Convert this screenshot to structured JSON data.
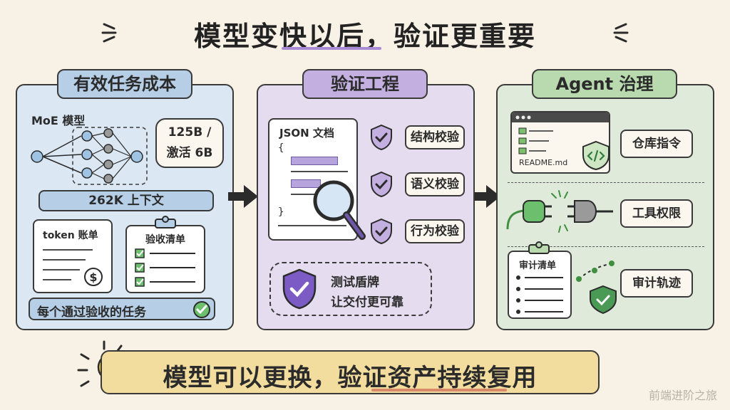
{
  "title": "模型变快以后，验证更重要",
  "footer": "模型可以更换，验证资产持续复用",
  "watermark": "前端进阶之旅",
  "panels": {
    "cost": {
      "header": "有效任务成本",
      "moe_label": "MoE 模型",
      "params_line1": "125B /",
      "params_line2": "激活 6B",
      "context": "262K 上下文",
      "token_ledger": "token 账单",
      "acceptance_list": "验收清单",
      "bottom_note": "每个通过验收的任务"
    },
    "verification": {
      "header": "验证工程",
      "doc_title": "JSON 文档",
      "brace_open": "{",
      "brace_close": "}",
      "checks": [
        "结构校验",
        "语义校验",
        "行为校验"
      ],
      "shield_line1": "测试盾牌",
      "shield_line2": "让交付更可靠"
    },
    "governance": {
      "header": "Agent 治理",
      "readme_file": "README.md",
      "audit_list": "审计清单",
      "items": [
        "仓库指令",
        "工具权限",
        "审计轨迹"
      ]
    }
  },
  "colors": {
    "background": "#f7f1e6",
    "panel_blue": "#dbe7f2",
    "panel_purple": "#e6dcef",
    "panel_green": "#dfeadb",
    "accent_purple": "#7c5cc4",
    "accent_green": "#4a9a56",
    "footer_yellow": "#f3dd9e"
  },
  "icons": [
    "lightbulb-icon",
    "arrow-right-icon",
    "shield-check-icon",
    "magnifier-icon",
    "plug-icon",
    "code-icon",
    "clipboard-icon",
    "dollar-icon",
    "check-circle-icon"
  ]
}
